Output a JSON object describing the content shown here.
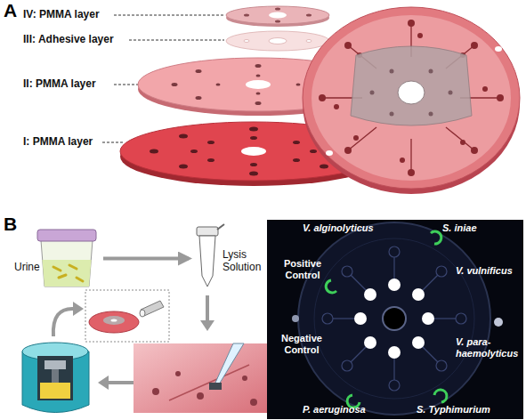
{
  "diagram": {
    "nodes": [
      {
        "text": [
          "Urine"
        ]
      },
      {
        "text": [
          "Lysis Solution"
        ]
      }
    ],
    "edges": [
      {
        "from": 0,
        "to": 1,
        "arrow": "to"
      }
    ],
    "labels": [
      "A",
      "IV: PMMA layer",
      "III: Adhesive layer",
      "II: PMMA layer",
      "I: PMMA layer",
      "B",
      "V. alginolyticus",
      "S. iniae",
      "Positive Control",
      "V. vulnificus",
      "Negative Control",
      "V. para-haemolyticus",
      "P. aeruginosa",
      "S. Typhimurium"
    ]
  }
}
